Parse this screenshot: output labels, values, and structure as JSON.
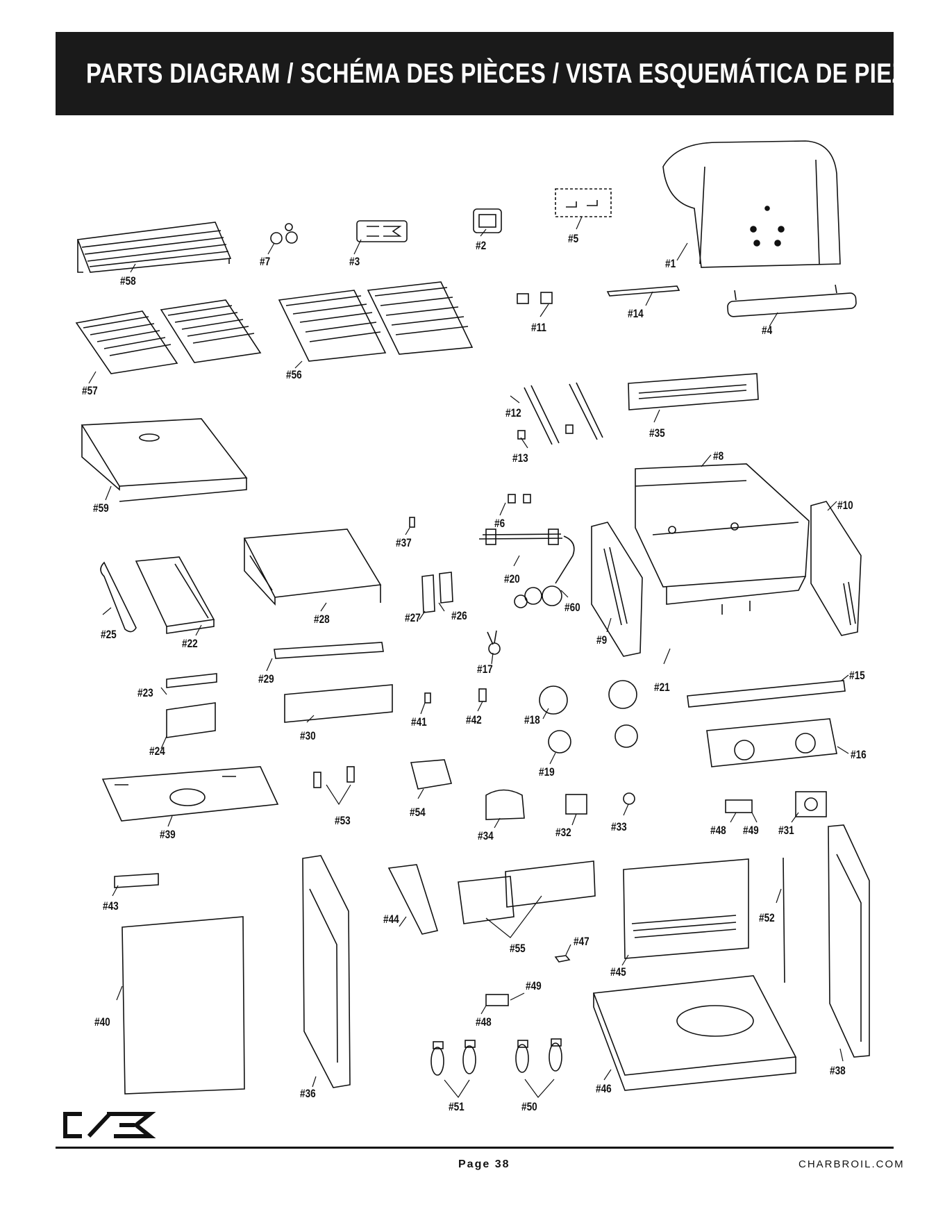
{
  "header": {
    "title": "PARTS DIAGRAM / SCHÉMA DES PIÈCES / VISTA ESQUEMÁTICA DE PIEZAS"
  },
  "labels": {
    "p1": "#1",
    "p2": "#2",
    "p3": "#3",
    "p4": "#4",
    "p5": "#5",
    "p6": "#6",
    "p7": "#7",
    "p8": "#8",
    "p9": "#9",
    "p10": "#10",
    "p11": "#11",
    "p12": "#12",
    "p13": "#13",
    "p14": "#14",
    "p15": "#15",
    "p16": "#16",
    "p17": "#17",
    "p18": "#18",
    "p19": "#19",
    "p20": "#20",
    "p21": "#21",
    "p22": "#22",
    "p23": "#23",
    "p24": "#24",
    "p25": "#25",
    "p26": "#26",
    "p27": "#27",
    "p28": "#28",
    "p29": "#29",
    "p30": "#30",
    "p31": "#31",
    "p32": "#32",
    "p33": "#33",
    "p34": "#34",
    "p35": "#35",
    "p36": "#36",
    "p37": "#37",
    "p38": "#38",
    "p39": "#39",
    "p40": "#40",
    "p41": "#41",
    "p42": "#42",
    "p43": "#43",
    "p44": "#44",
    "p45": "#45",
    "p46": "#46",
    "p47": "#47",
    "p48a": "#48",
    "p48b": "#48",
    "p49a": "#49",
    "p49b": "#49",
    "p50": "#50",
    "p51": "#51",
    "p52": "#52",
    "p53": "#53",
    "p54": "#54",
    "p55": "#55",
    "p56": "#56",
    "p57": "#57",
    "p58": "#58",
    "p59": "#59",
    "p60": "#60"
  },
  "footer": {
    "page": "Page 38",
    "site": "CHARBROIL.COM"
  },
  "colors": {
    "ink": "#111111",
    "header_bg": "#1a1a1a",
    "paper": "#ffffff"
  }
}
